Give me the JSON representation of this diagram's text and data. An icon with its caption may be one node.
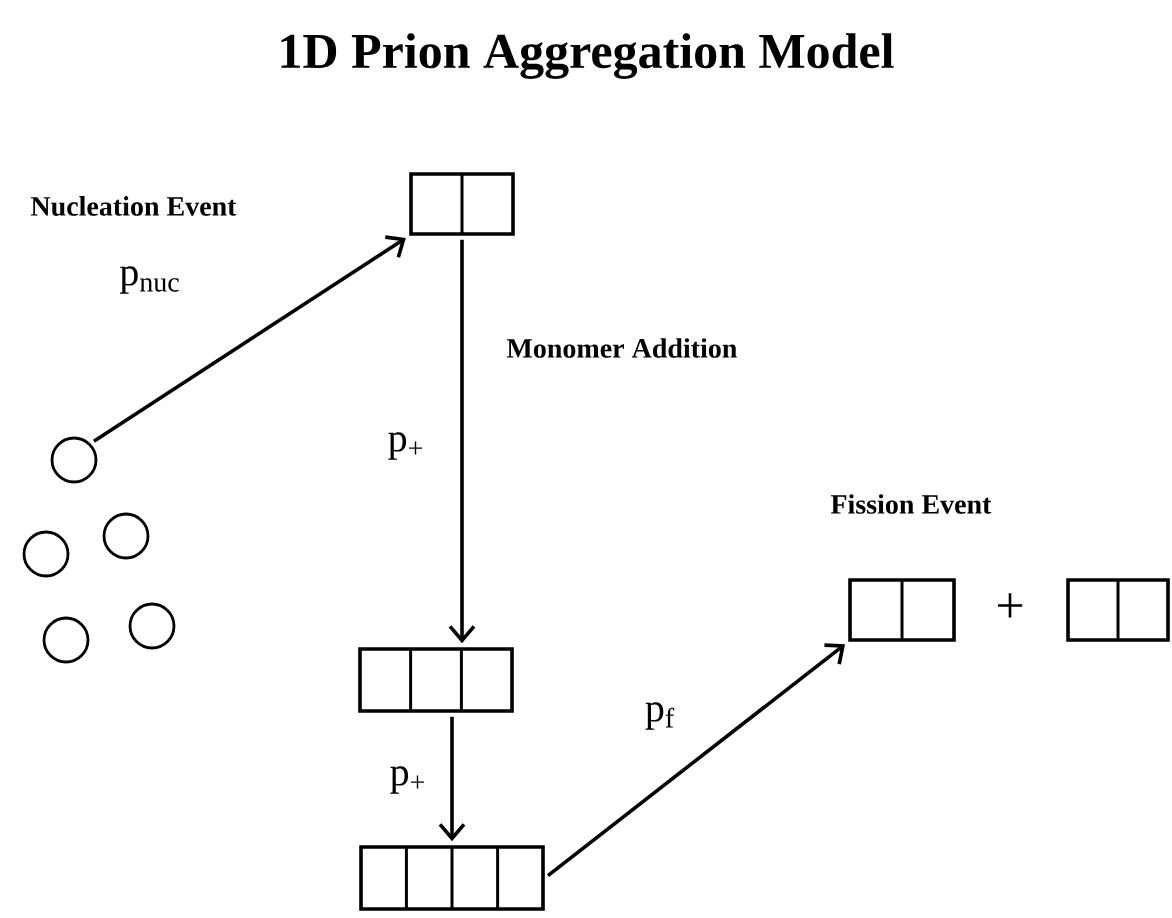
{
  "diagram": {
    "title": "1D Prion Aggregation Model",
    "nodes": [
      {
        "text": [],
        "shape": "circle"
      },
      {
        "text": [],
        "shape": "circle"
      },
      {
        "text": [],
        "shape": "circle"
      },
      {
        "text": [],
        "shape": "circle"
      },
      {
        "text": [],
        "shape": "circle"
      },
      {
        "text": [],
        "shape": "box"
      },
      {
        "text": [],
        "shape": "box"
      },
      {
        "text": [],
        "shape": "box"
      },
      {
        "text": [],
        "shape": "box"
      },
      {
        "text": [],
        "shape": "box"
      }
    ],
    "edges": [
      {
        "from": 0,
        "to": 5,
        "arrow": "to",
        "label": "p$_{nuc}$"
      },
      {
        "from": 5,
        "to": 6,
        "arrow": "to",
        "label": "p$_{+}$"
      },
      {
        "from": 6,
        "to": 7,
        "arrow": "to",
        "label": "p$_{+}$"
      },
      {
        "from": 7,
        "to": 8,
        "arrow": "to",
        "label": "p$_{f}$"
      }
    ],
    "labels": [
      "Nucleation Event",
      "Monomer Addition",
      "Fission Event",
      "+"
    ]
  }
}
